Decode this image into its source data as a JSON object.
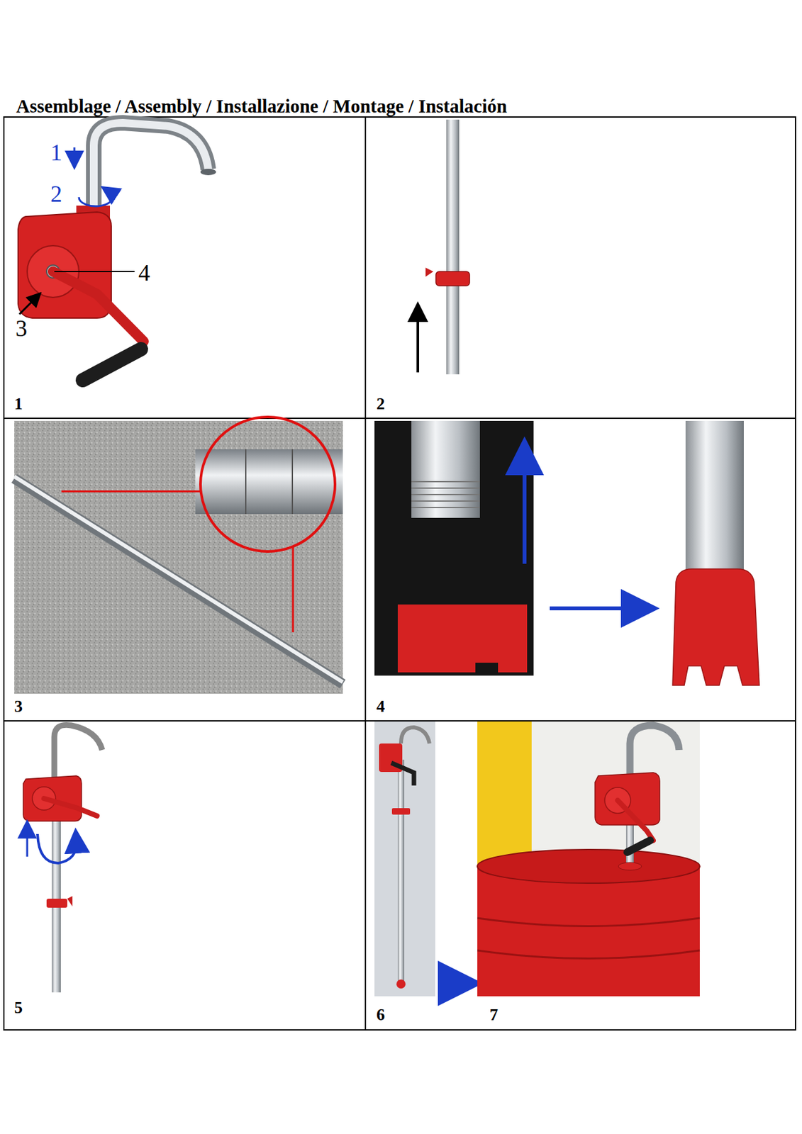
{
  "diagram": {
    "title": "Assemblage / Assembly / Installazione / Montage / Instalación",
    "labels": [
      "1",
      "2",
      "4",
      "3",
      "1",
      "2",
      "3",
      "4",
      "5",
      "6",
      "7"
    ]
  }
}
